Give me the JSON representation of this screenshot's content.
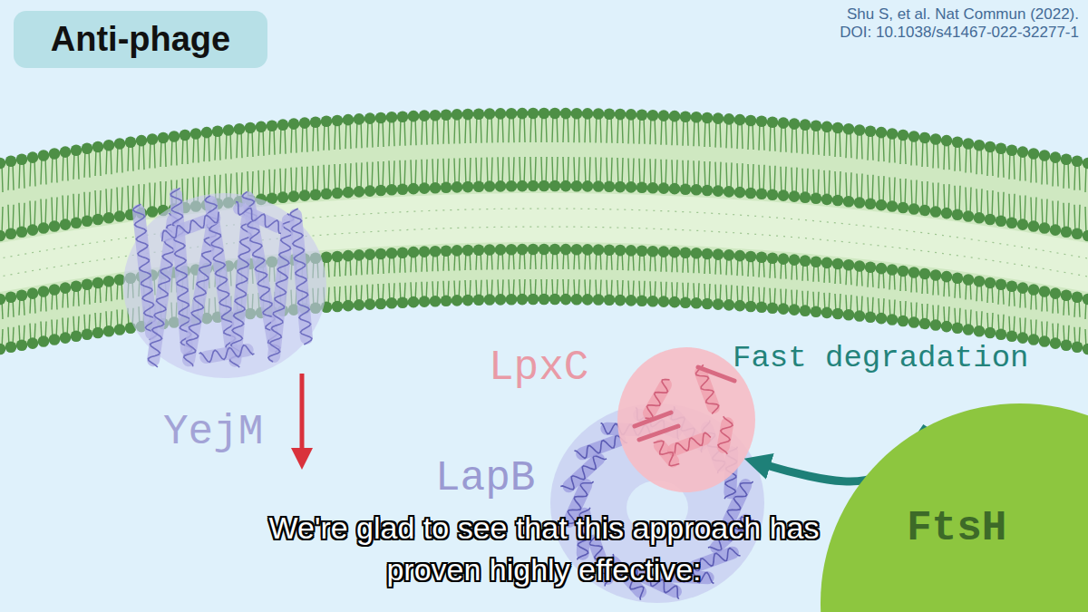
{
  "diagram": {
    "title": "Anti-phage",
    "nodes": [
      {
        "text": [
          "YejM"
        ]
      },
      {
        "text": [
          "LapB"
        ]
      },
      {
        "text": [
          "LpxC"
        ]
      },
      {
        "text": [
          "FtsH"
        ]
      }
    ],
    "edges": [
      {
        "from": 3,
        "to": 2,
        "arrow": "to",
        "label": "Fast degradation"
      }
    ],
    "labels": [
      "Shu S, et al. Nat Commun (2022).",
      "DOI: 10.1038/s41467-022-32277-1",
      "We're glad to see that this approach has proven highly effective:"
    ]
  }
}
